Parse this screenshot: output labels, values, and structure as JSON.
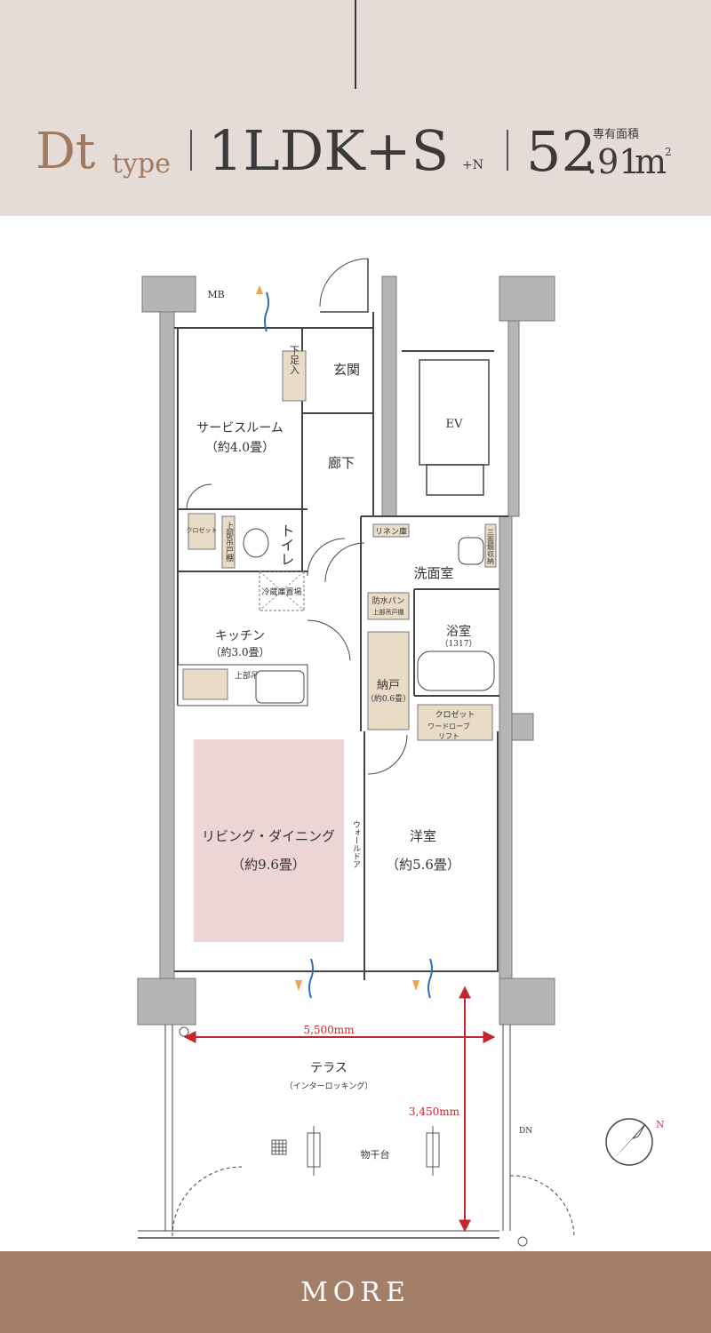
{
  "header": {
    "type_main": "Dt",
    "type_sub": "type",
    "layout_main": "1LDK+S",
    "layout_sub": "+N",
    "area_label": "専有面積",
    "area_int": "52",
    "area_dec": ".91",
    "area_unit": "m",
    "area_sup": "2"
  },
  "rooms": {
    "mb": "MB",
    "entrance": "玄関",
    "shoes": "下足入",
    "service_room": "サービスルーム",
    "service_size": "（約4.0畳）",
    "hallway": "廊下",
    "ev": "EV",
    "closet_small": "クロゼット",
    "upper_shelf_v": "上部吊戸棚",
    "toilet": "トイレ",
    "linen": "リネン庫",
    "three_mirror": "三面鏡収納",
    "washroom": "洗面室",
    "fridge": "冷蔵庫置場",
    "waterproof": "防水パン",
    "waterproof_sub": "上部吊戸棚",
    "kitchen": "キッチン",
    "kitchen_size": "（約3.0畳）",
    "bath": "浴室",
    "bath_size": "（1317）",
    "upper_shelf_k": "上部吊戸棚",
    "storage": "納戸",
    "storage_size": "（約0.6畳）",
    "closet": "クロゼット",
    "wardrobe": "ワードローブ",
    "lift": "リフト",
    "living": "リビング・ダイニング",
    "living_size": "（約9.6畳）",
    "wall_door": "ウォールドア",
    "western": "洋室",
    "western_size": "（約5.6畳）",
    "terrace": "テラス",
    "terrace_sub": "（インターロッキング）",
    "dim_width": "5,500mm",
    "dim_depth": "3,450mm",
    "dn": "DN",
    "laundry": "物干台",
    "north": "N"
  },
  "colors": {
    "header_bg": "#e6dcd7",
    "wall": "#b5b5b5",
    "living_fill": "#ecd5d4",
    "storage_fill": "#e8dcc7",
    "dimension": "#c0282d",
    "more_bg": "#a37f68"
  },
  "more_label": "MORE"
}
